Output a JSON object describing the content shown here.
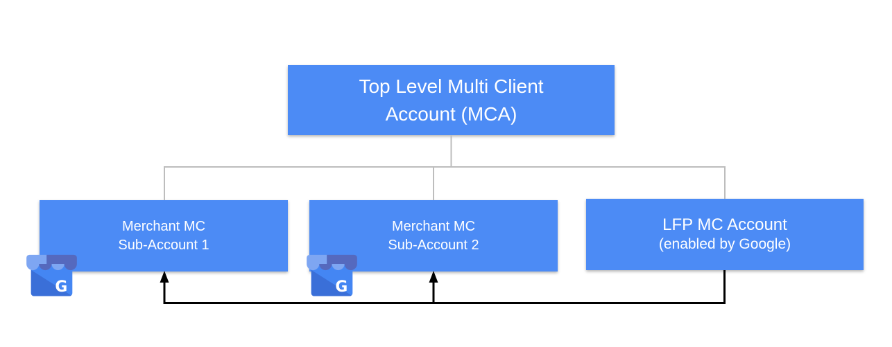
{
  "colors": {
    "box_blue": "#4C8BF5",
    "box_text": "#FFFFFF",
    "connector_gray": "#BDBDBD",
    "arrow_black": "#000000",
    "icon_body": "#4486F3",
    "icon_shadow": "#3A6FD8",
    "icon_awning_light": "#7EA6F2",
    "icon_awning_dark": "#5569BE"
  },
  "nodes": {
    "mca": {
      "line1": "Top Level Multi Client",
      "line2": "Account (MCA)"
    },
    "sub1": {
      "line1": "Merchant MC",
      "line2": "Sub-Account 1"
    },
    "sub2": {
      "line1": "Merchant MC",
      "line2": "Sub-Account 2"
    },
    "lfp": {
      "line1": "LFP MC Account",
      "line2": "(enabled by Google)"
    }
  },
  "icons": {
    "sub1_icon": "google-business-profile-icon",
    "sub2_icon": "google-business-profile-icon",
    "g_letter": "G"
  }
}
